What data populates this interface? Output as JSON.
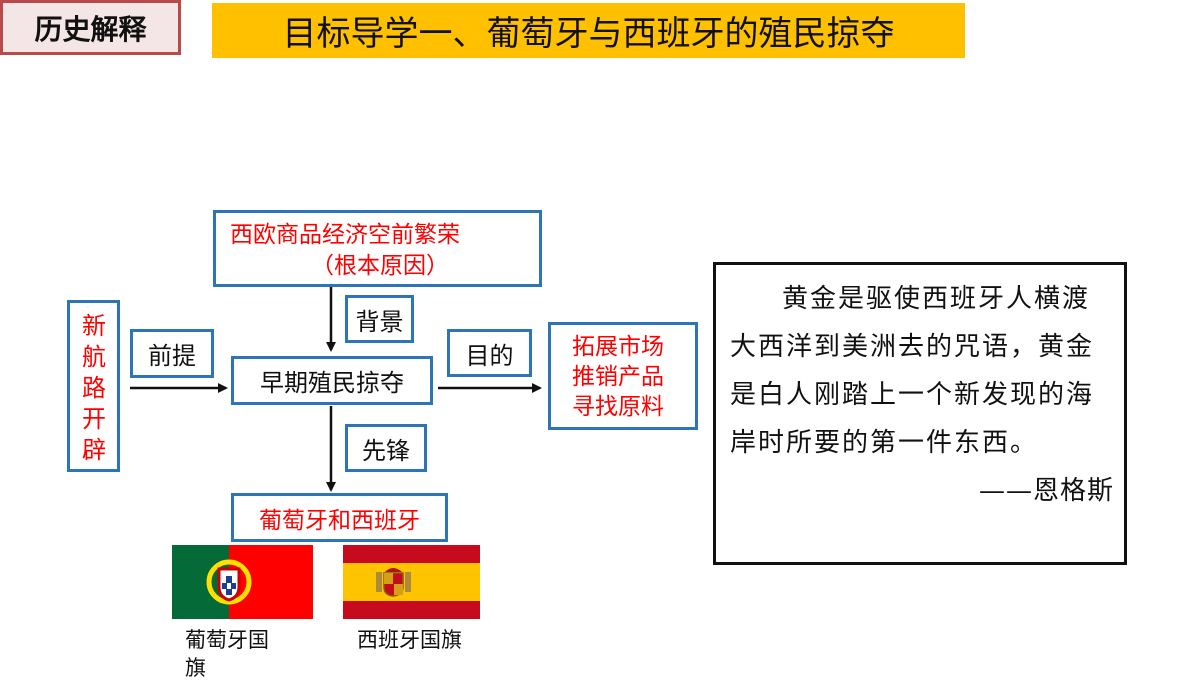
{
  "header": {
    "tag": "历史解释",
    "title": "目标导学一、葡萄牙与西班牙的殖民掠夺"
  },
  "diagram": {
    "cause_box": {
      "line1": "西欧商品经济空前繁荣",
      "line2": "（根本原因）"
    },
    "premise_box": "新航路开辟",
    "center_box": "早期殖民掠夺",
    "goal_box": {
      "line1": "拓展市场",
      "line2": "推销产品",
      "line3": "寻找原料"
    },
    "pioneer_box": "葡萄牙和西班牙",
    "labels": {
      "background": "背景",
      "premise": "前提",
      "purpose": "目的",
      "pioneer": "先锋"
    }
  },
  "flags": {
    "portugal": {
      "caption": "葡萄牙国旗",
      "colors": [
        "#046a38",
        "#ff0000",
        "#ffe000"
      ]
    },
    "spain": {
      "caption": "西班牙国旗",
      "colors": [
        "#c60b1e",
        "#ffc400"
      ]
    }
  },
  "quote": {
    "text": "黄金是驱使西班牙人横渡大西洋到美洲去的咒语，黄金是白人刚踏上一个新发现的海岸时所要的第一件东西。",
    "source": "——恩格斯"
  }
}
